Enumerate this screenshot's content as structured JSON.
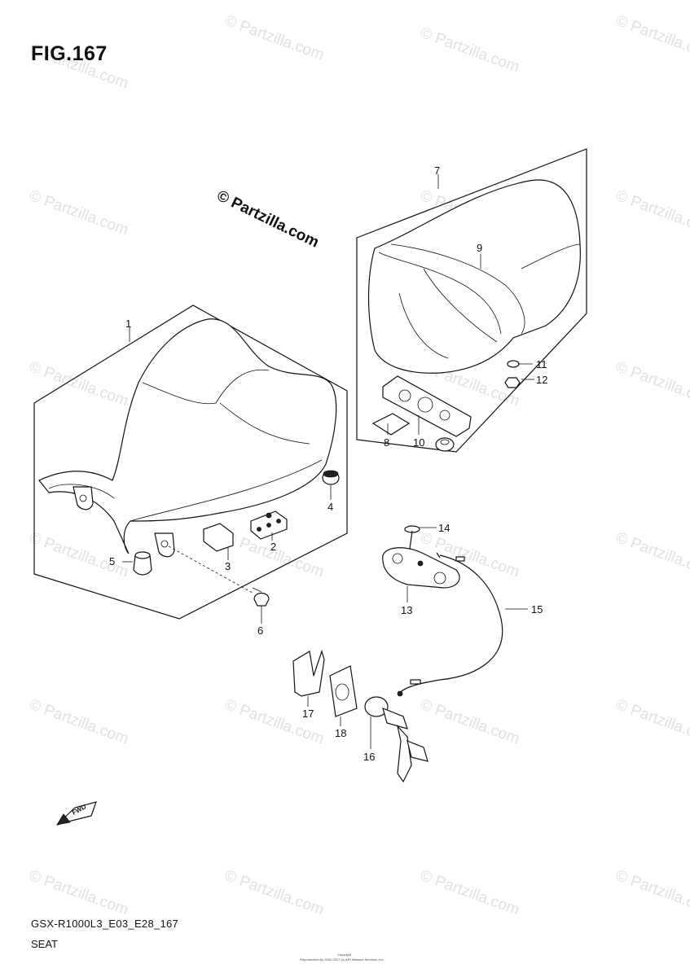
{
  "header": {
    "figure_title": "FIG.167"
  },
  "copyright_mark": "© Partzilla.com",
  "watermark_text": "© Partzilla.com",
  "footer": {
    "model_code": "GSX-R1000L3_E03_E28_167",
    "section_name": "SEAT",
    "copyright_title": "Copyright",
    "copyright_note": "Reproduction by 2001-2017 (c) ARI Network Services, Inc."
  },
  "fwd_label": "FWD",
  "callouts": [
    "1",
    "2",
    "3",
    "4",
    "5",
    "6",
    "7",
    "8",
    "9",
    "10",
    "11",
    "12",
    "13",
    "14",
    "15",
    "16",
    "17",
    "18"
  ]
}
